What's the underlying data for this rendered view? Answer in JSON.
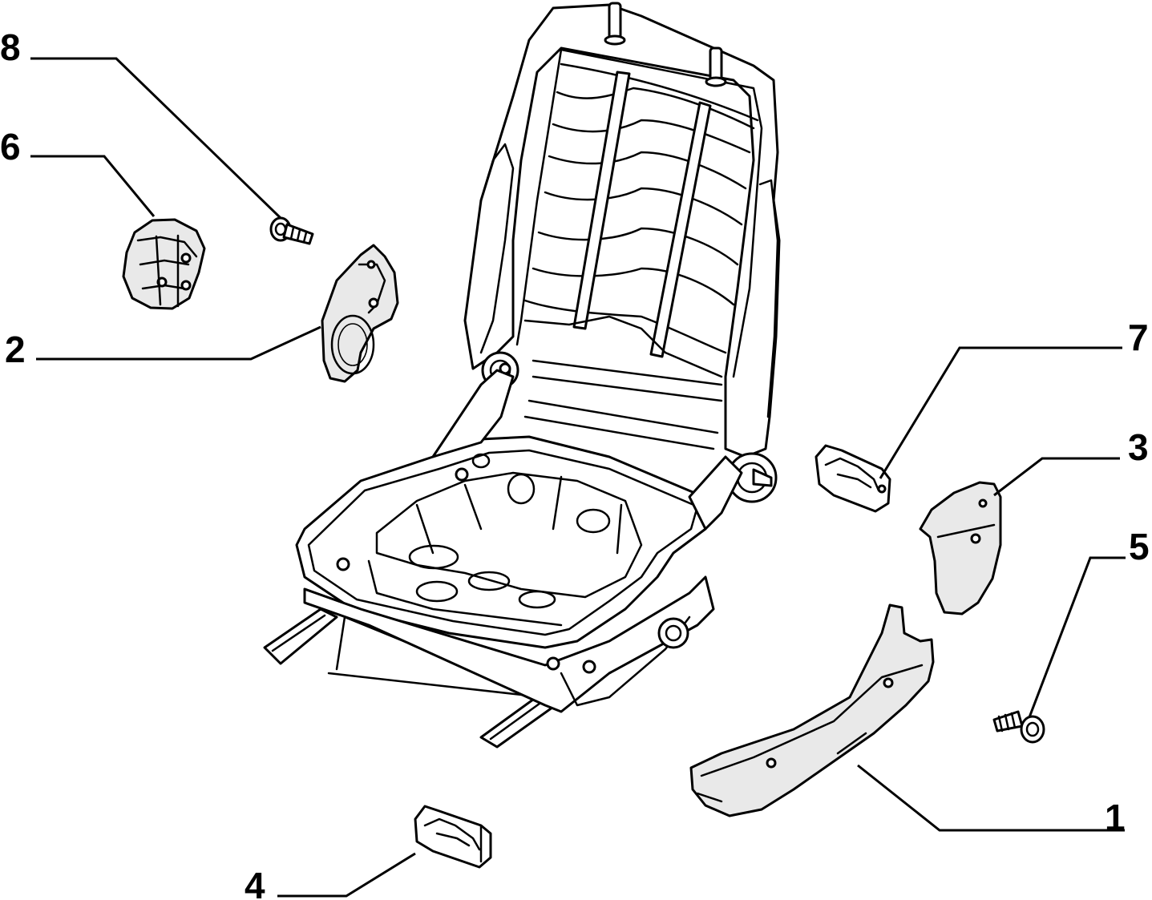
{
  "diagram": {
    "callouts": [
      {
        "id": "1",
        "label": "1",
        "part": "side-trim-cover-lower"
      },
      {
        "id": "2",
        "label": "2",
        "part": "recliner-cover-left"
      },
      {
        "id": "3",
        "label": "3",
        "part": "recliner-cover-right"
      },
      {
        "id": "4",
        "label": "4",
        "part": "clip-front"
      },
      {
        "id": "5",
        "label": "5",
        "part": "screw-right"
      },
      {
        "id": "6",
        "label": "6",
        "part": "recliner-knob"
      },
      {
        "id": "7",
        "label": "7",
        "part": "clip-rear"
      },
      {
        "id": "8",
        "label": "8",
        "part": "screw-left"
      }
    ],
    "colors": {
      "line": "#000000",
      "background": "#ffffff",
      "part_fill": "#e9e9e9"
    }
  }
}
